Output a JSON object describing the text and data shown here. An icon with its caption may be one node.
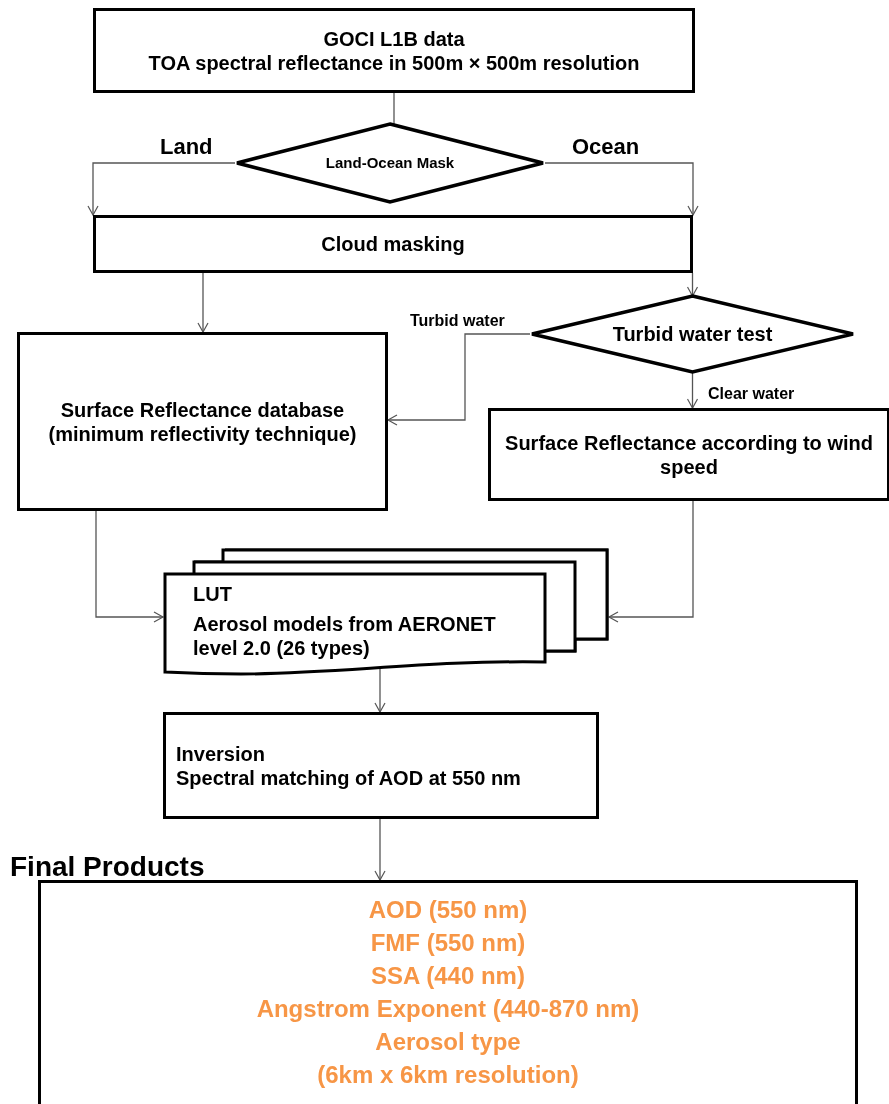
{
  "diagram": {
    "nodes": [
      {
        "text": [
          "GOCI L1B data",
          "TOA spectral reflectance in 500m × 500m resolution"
        ]
      },
      {
        "text": [
          "Land-Ocean Mask"
        ]
      },
      {
        "text": [
          "Cloud masking"
        ]
      },
      {
        "text": [
          "Turbid water test"
        ]
      },
      {
        "text": [
          "Surface Reflectance database (minimum reflectivity technique)"
        ]
      },
      {
        "text": [
          "Surface Reflectance according to wind speed"
        ]
      },
      {
        "text": [
          "LUT",
          "Aerosol models from AERONET level 2.0 (26 types)"
        ]
      },
      {
        "text": [
          "Inversion",
          "Spectral matching of AOD at 550 nm"
        ]
      },
      {
        "text": [
          "Final Products",
          "AOD (550 nm)",
          "FMF (550 nm)",
          "SSA (440 nm)",
          "Angstrom Exponent (440-870 nm)",
          "Aerosol type",
          "(6km x 6km resolution)"
        ]
      }
    ],
    "edges": [
      {
        "from": 0,
        "to": 1,
        "arrow": "none"
      },
      {
        "from": 1,
        "to": 2,
        "arrow": "to",
        "label": "Land"
      },
      {
        "from": 1,
        "to": 2,
        "arrow": "to",
        "label": "Ocean"
      },
      {
        "from": 2,
        "to": 4,
        "arrow": "to"
      },
      {
        "from": 2,
        "to": 3,
        "arrow": "to"
      },
      {
        "from": 3,
        "to": 4,
        "arrow": "to",
        "label": "Turbid water"
      },
      {
        "from": 3,
        "to": 5,
        "arrow": "to",
        "label": "Clear water"
      },
      {
        "from": 4,
        "to": 6,
        "arrow": "to"
      },
      {
        "from": 5,
        "to": 6,
        "arrow": "to"
      },
      {
        "from": 6,
        "to": 7,
        "arrow": "to"
      },
      {
        "from": 7,
        "to": 8,
        "arrow": "to"
      }
    ]
  }
}
